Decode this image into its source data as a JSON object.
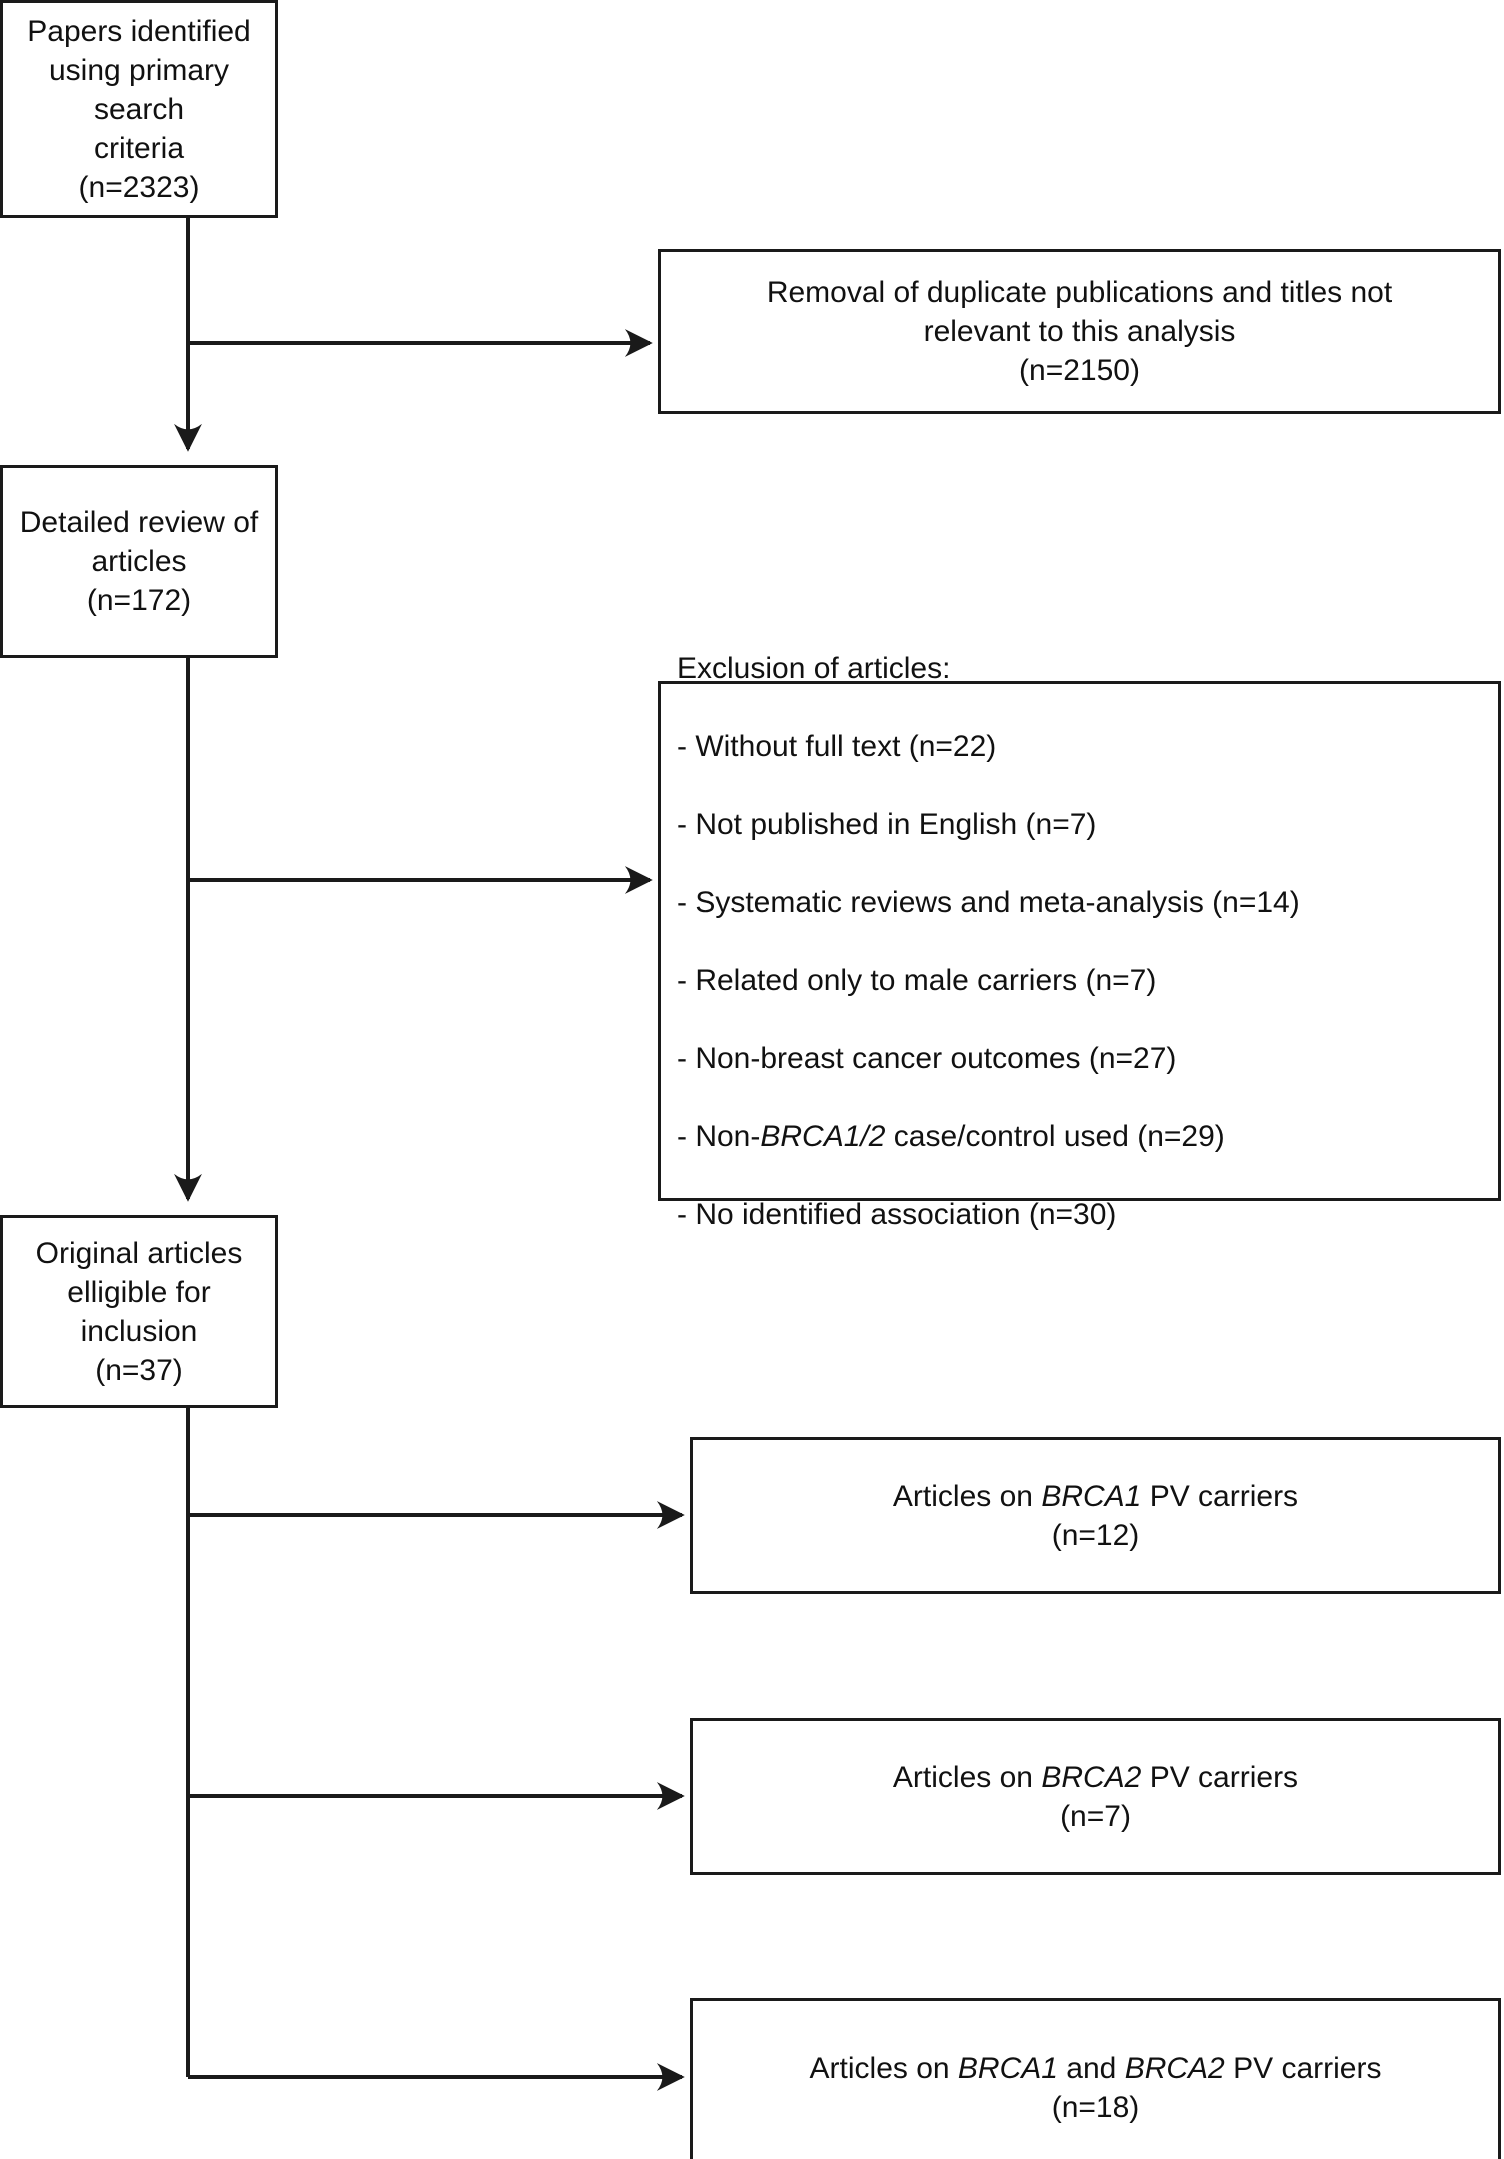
{
  "diagram": {
    "type": "prisma-flowchart",
    "title": "Study selection flow diagram",
    "line_color": "#1a1a1a",
    "background": "#ffffff",
    "nodes": [
      {
        "id": "identified",
        "text": "Papers identified\nusing primary search\ncriteria\n(n=2323)",
        "count_label": "(n=2323)",
        "count": 2323,
        "align": "center"
      },
      {
        "id": "duplicates",
        "text": "Removal of duplicate publications and titles not\nrelevant to this analysis\n(n=2150)",
        "count_label": "(n=2150)",
        "count": 2150,
        "align": "center"
      },
      {
        "id": "review",
        "text": "Detailed review of\narticles\n(n=172)",
        "count_label": "(n=172)",
        "count": 172,
        "align": "center"
      },
      {
        "id": "eligible",
        "text": "Original articles\nelligible for inclusion\n(n=37)",
        "count_label": "(n=37)",
        "count": 37,
        "align": "center"
      }
    ],
    "exclusion": {
      "heading": "Exclusion of articles:",
      "items": [
        {
          "label": "- Without full text (n=22)",
          "count": 22
        },
        {
          "label": "- Not published in English (n=7)",
          "count": 7
        },
        {
          "label": "- Systematic reviews and meta-analysis (n=14)",
          "count": 14
        },
        {
          "label": "- Related only to male carriers (n=7)",
          "count": 7
        },
        {
          "label": "- Non-breast cancer outcomes (n=27)",
          "count": 27
        },
        {
          "label": "- Non-BRCA1/2 case/control used (n=29)",
          "count": 29,
          "italic_token": "BRCA1/2",
          "prefix": "- Non-",
          "suffix": " case/control used (n=29)"
        },
        {
          "label": "- No identified association (n=30)",
          "count": 30
        }
      ]
    },
    "outcomes": [
      {
        "id": "brca1",
        "prefix": "Articles on ",
        "italic_token": "BRCA1",
        "suffix": " PV carriers",
        "count_label": "(n=12)",
        "count": 12
      },
      {
        "id": "brca2",
        "prefix": "Articles on ",
        "italic_token": "BRCA2",
        "suffix": " PV carriers",
        "count_label": "(n=7)",
        "count": 7
      },
      {
        "id": "brca12",
        "prefix": "Articles on ",
        "italic_token": "BRCA1",
        "middle": " and ",
        "italic_token2": "BRCA2",
        "suffix": " PV carriers",
        "count_label": "(n=18)",
        "count": 18
      }
    ]
  }
}
